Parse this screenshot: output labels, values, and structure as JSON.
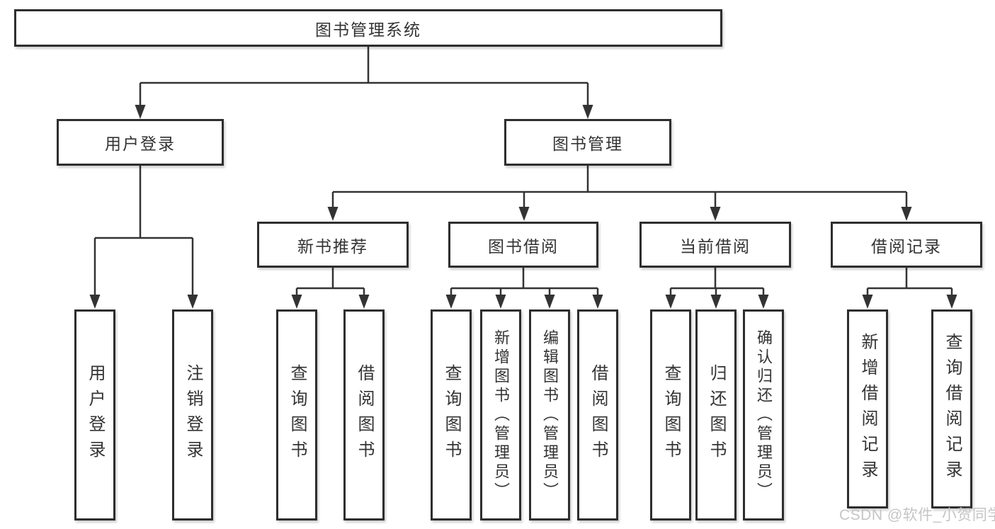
{
  "watermark": "CSDN @软件_小贺同学",
  "colors": {
    "line": "#333333",
    "border": "#2e2e2e",
    "text": "#333333",
    "watermark": "#c5c5c5",
    "background": "#ffffff"
  },
  "tree": {
    "root": "图书管理系统",
    "children": [
      {
        "label": "用户登录",
        "children": [
          "用户登录",
          "注销登录"
        ]
      },
      {
        "label": "图书管理",
        "children": [
          {
            "label": "新书推荐",
            "children": [
              "查询图书",
              "借阅图书"
            ]
          },
          {
            "label": "图书借阅",
            "children": [
              "查询图书",
              "新增图书（管理员）",
              "编辑图书（管理员）",
              "借阅图书"
            ]
          },
          {
            "label": "当前借阅",
            "children": [
              "查询图书",
              "归还图书",
              "确认归还（管理员）"
            ]
          },
          {
            "label": "借阅记录",
            "children": [
              "新增借阅记录",
              "查询借阅记录"
            ]
          }
        ]
      }
    ]
  }
}
